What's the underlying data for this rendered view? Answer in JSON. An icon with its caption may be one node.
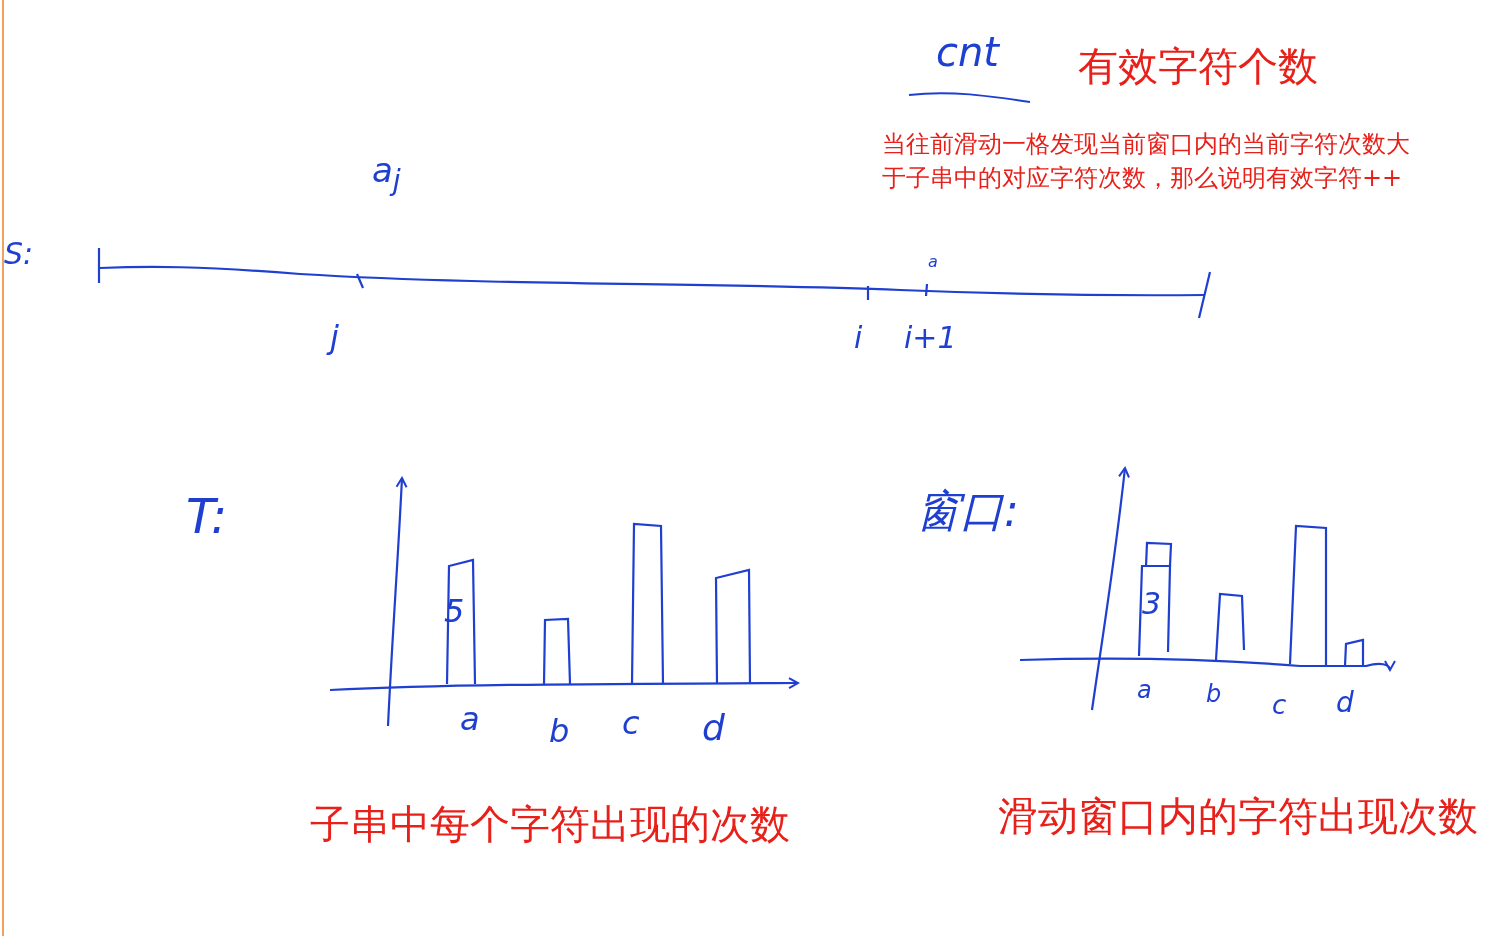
{
  "diagram": {
    "labels": [
      "cnt",
      "有效字符个数",
      "当往前滑动一格发现当前窗口内的当前字符次数大于子串中的对应字符次数，那么说明有效字符++",
      "a$_{j}$",
      "S:",
      "a",
      "j",
      "i",
      "i+1",
      "T:",
      "窗口:",
      "5",
      "3",
      "a",
      "b",
      "c",
      "d",
      "a",
      "b",
      "c",
      "d",
      "子串中每个字符出现的次数",
      "滑动窗口内的字符出现次数"
    ]
  }
}
